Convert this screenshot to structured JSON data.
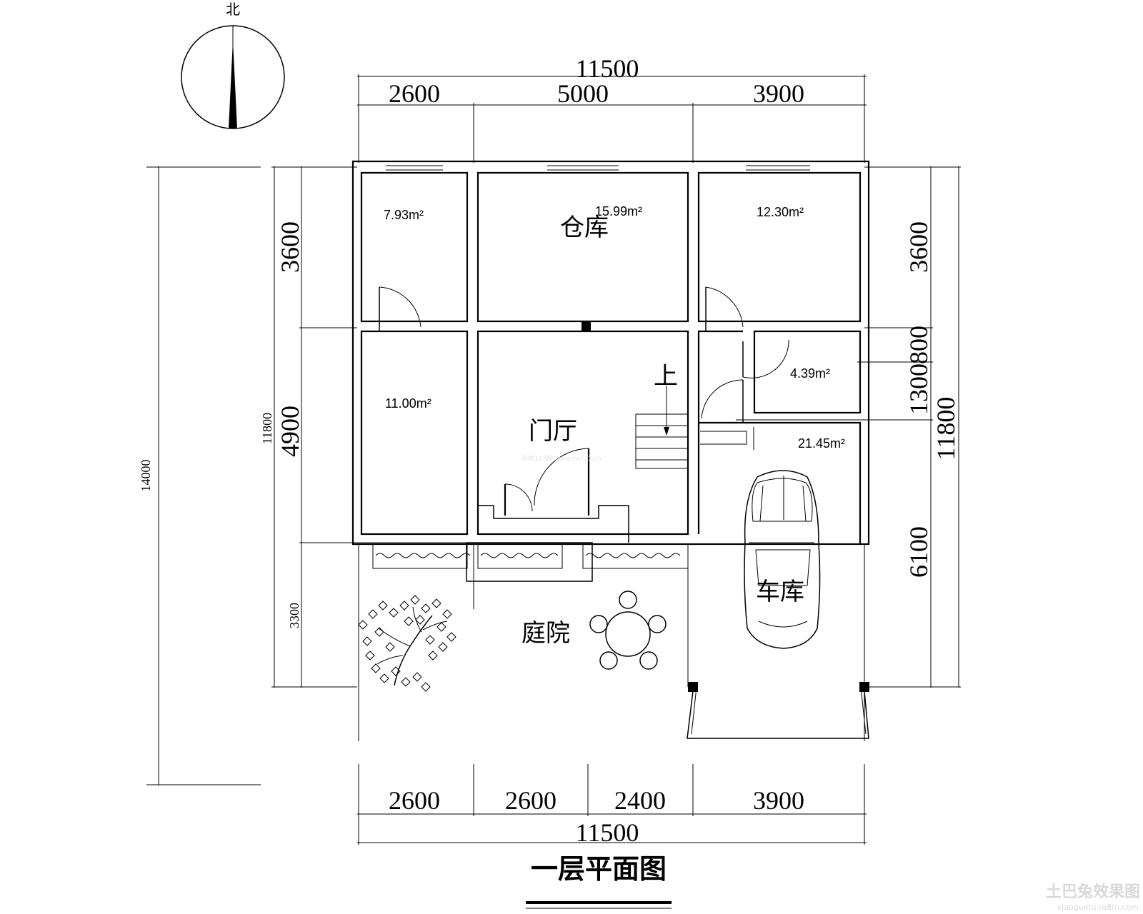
{
  "title": "一层平面图",
  "north_label": "北",
  "dimensions": {
    "top_total": "11500",
    "top_segments": [
      "2600",
      "5000",
      "3900"
    ],
    "bottom_total": "11500",
    "bottom_segments": [
      "2600",
      "2600",
      "2400",
      "3900"
    ],
    "left_outer": "14000",
    "left_mid": "11800",
    "left_segments": [
      "3600",
      "4900",
      "3300"
    ],
    "right_segments": [
      "3600",
      "1300",
      "800",
      "6100"
    ],
    "right_total": "11800"
  },
  "rooms": {
    "room_nw_area": "7.93m²",
    "storage_area": "15.99m²",
    "storage_label": "仓库",
    "room_ne_area": "12.30m²",
    "room_w_area": "11.00m²",
    "hall_label": "门厅",
    "small_room_area": "4.39m²",
    "garage_area": "21.45m²",
    "garage_label": "车库",
    "courtyard_label": "庭院",
    "stair_up_label": "上"
  },
  "watermark": {
    "logo": "土巴兔效果图",
    "url": "xiaoguotu.to8to.com",
    "faint": "装修123网  www.zx123.cn"
  }
}
